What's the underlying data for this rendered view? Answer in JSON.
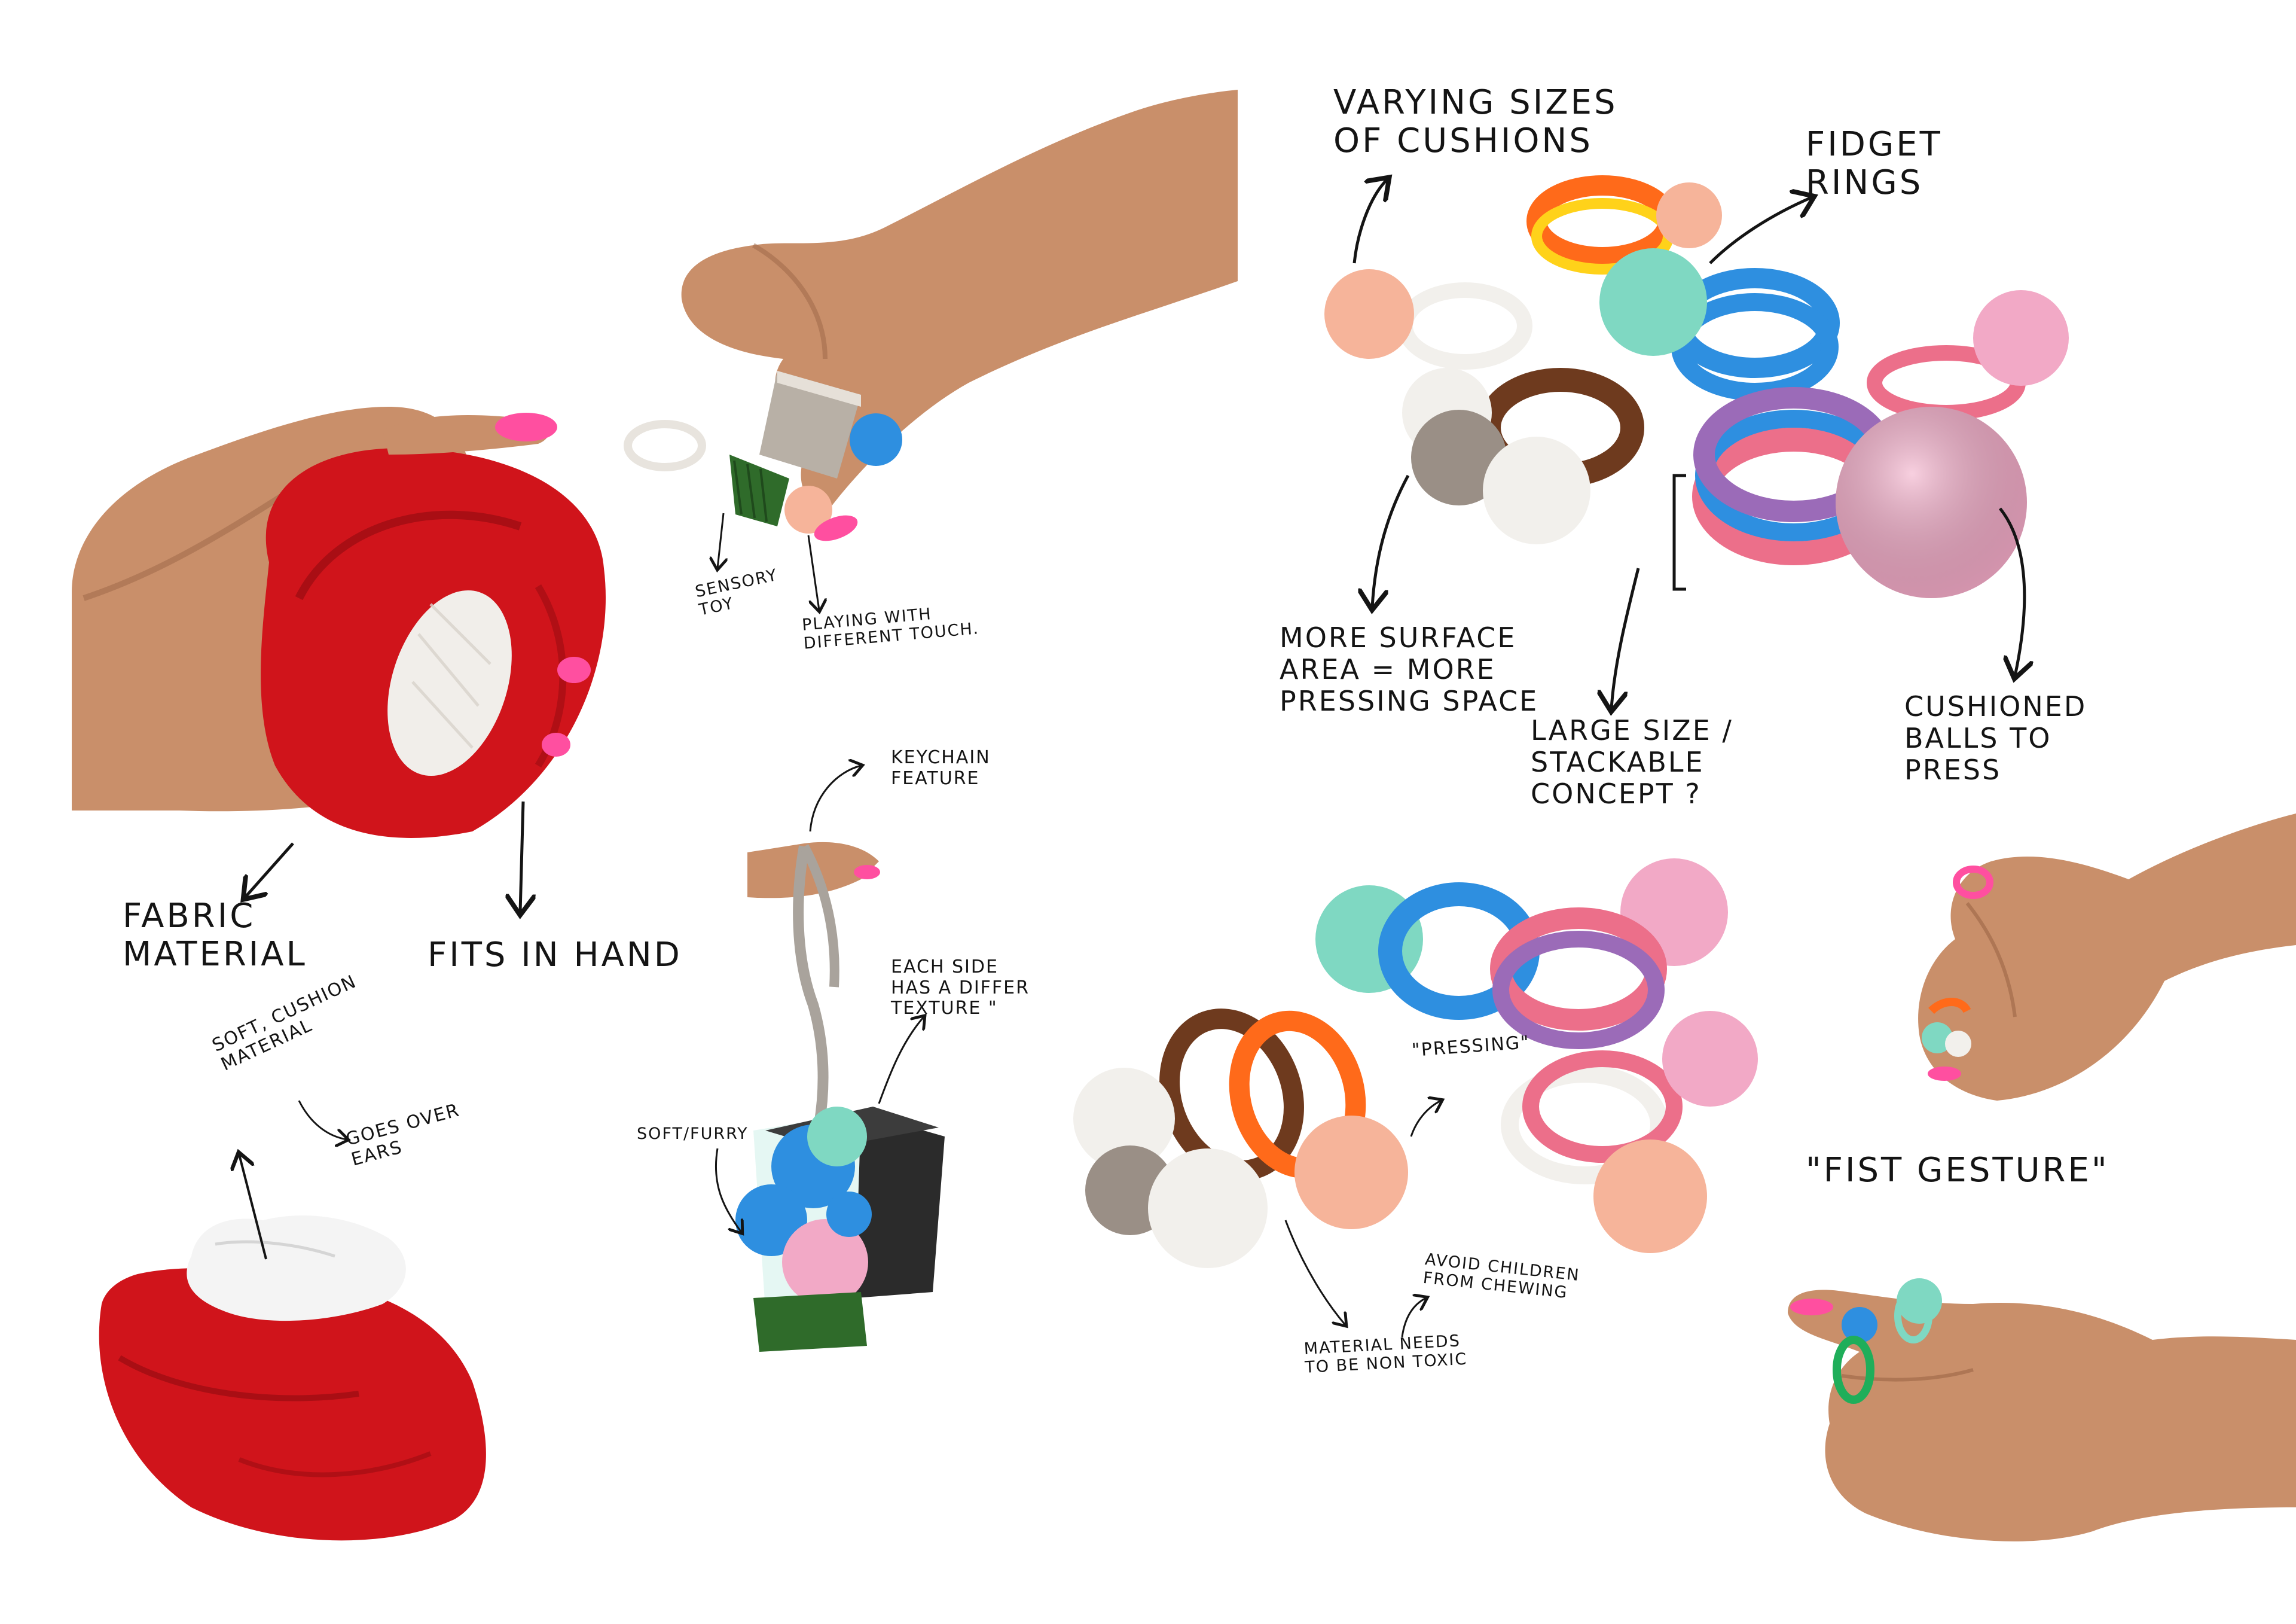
{
  "annotations": {
    "fabric_material": "FABRIC\nMATERIAL",
    "fits_in_hand": "FITS IN HAND",
    "soft_cushion_material": "SOFT, CUSHION\nMATERIAL",
    "goes_over_ears": "GOES OVER\nEARS",
    "sensory_toy": "SENSORY\nTOY",
    "playing_with_touch": "PLAYING WITH\nDIFFERENT TOUCH.",
    "keychain_feature": "KEYCHAIN\nFEATURE",
    "each_side_texture": "EACH SIDE\nHAS A DIFFER\nTEXTURE \"",
    "soft_furry": "SOFT/FURRY",
    "varying_sizes": "VARYING SIZES\nOF CUSHIONS",
    "fidget_rings": "FIDGET\nRINGS",
    "more_surface_area": "MORE SURFACE\nAREA = MORE\nPRESSING SPACE",
    "large_size": "LARGE SIZE /\nSTACKABLE\nCONCEPT ?",
    "cushioned_balls": "CUSHIONED\nBALLS TO\nPRESS",
    "pressing": "\"PRESSING\"",
    "material_non_toxic": "MATERIAL NEEDS\nTO BE NON TOXIC",
    "avoid_chewing": "AVOID CHILDREN\nFROM CHEWING",
    "fist_gesture": "\"FIST GESTURE\""
  },
  "colors": {
    "skin": "#c98f6a",
    "skin_dark": "#9c6646",
    "nail_pink": "#ff4fa0",
    "felt_red": "#d0141b",
    "felt_red_dark": "#8f0a10",
    "peach": "#f6b49a",
    "mint": "#7fd8c2",
    "blue": "#2e8fe0",
    "brown": "#6e3a1e",
    "orange": "#ff6a1a",
    "pink": "#f2a9c6",
    "pink_coral": "#ec6f8a",
    "purple": "#9b6bb8",
    "grey": "#9a8f86",
    "white_pom": "#f2f0ec",
    "green_grass": "#2f6b2a",
    "dark_cube": "#2b2b2b",
    "ink": "#141414"
  }
}
